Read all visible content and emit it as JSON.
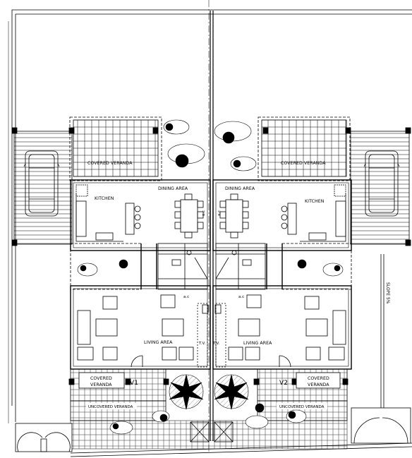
{
  "labels": {
    "covered_veranda": "COVERED VERANDA",
    "covered": "COVERED",
    "veranda": "VERANDA",
    "kitchen": "KITCHEN",
    "dining_area": "DINING AREA",
    "living_area": "LIVING AREA",
    "uncovered_veranda": "UNCOVERED VERANDA",
    "ac": "a.c",
    "tv": "T.V.",
    "slope": "SLOPE 5%",
    "unit_left": "V1",
    "unit_right": "V2"
  },
  "colors": {
    "line": "#000000",
    "background": "#ffffff"
  }
}
